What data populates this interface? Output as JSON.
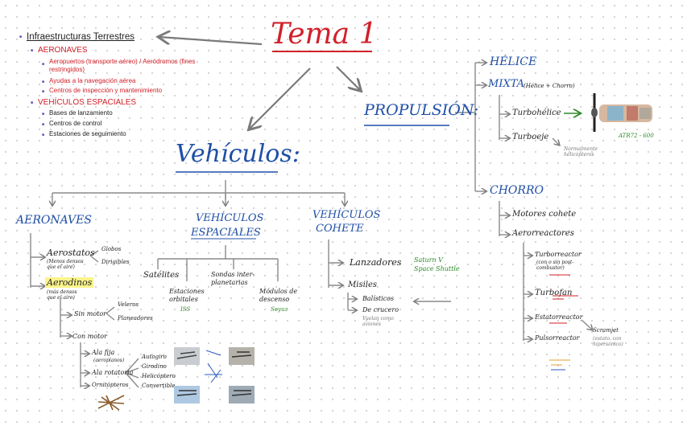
{
  "title": "Tema 1",
  "outline": {
    "root": "Infraestructuras Terrestres",
    "aeronaves": "AERONAVES",
    "aero_items": [
      "Aeropuertos (transporte aéreo) / Aeródromos (fines restringidos)",
      "Ayudas a la navegación aérea",
      "Centros de inspección y mantenimiento"
    ],
    "espaciales": "VEHÍCULOS ESPACIALES",
    "esp_items": [
      "Bases de lanzamiento",
      "Centros de control",
      "Estaciones de seguimiento"
    ]
  },
  "vehiculos": {
    "heading": "Vehículos:",
    "aeronaves": {
      "label": "AERONAVES",
      "aerostatos": "Aerostatos",
      "aerostatos_note": "(Menos densos que el aire)",
      "globos": "Globos",
      "dirigibles": "Dirigibles",
      "aerodinos": "Aerodinos",
      "aerodinos_note": "(más densos que el aire)",
      "sin_motor": "Sin motor",
      "veleros": "Veleros",
      "planeadores": "Planeadores",
      "con_motor": "Con motor",
      "ala_fija": "Ala fija",
      "ala_fija_note": "(aeroplanos)",
      "ala_rotatoria": "Ala rotatoria",
      "ornitopteros": "Ornitópteros",
      "rotary_types": [
        "Autogiro",
        "Girodino",
        "Helicóptero",
        "Convertible"
      ]
    },
    "espaciales": {
      "label1": "VEHÍCULOS",
      "label2": "ESPACIALES",
      "satelites": "Satélites",
      "estaciones": "Estaciones orbitales",
      "estaciones_note": "ISS",
      "sondas": "Sondas inter-planetarias",
      "modulos": "Módulos de descenso",
      "modulos_note": "Soyuz"
    },
    "cohete": {
      "label1": "VEHÍCULOS",
      "label2": "COHETE",
      "lanzadores": "Lanzadores",
      "lanzadores_note": "Saturn V  Space Shuttle",
      "misiles": "Misiles",
      "balisticos": "Balísticos",
      "crucero": "De crucero",
      "crucero_note": "Vuelan como aviones"
    }
  },
  "propulsion": {
    "heading": "PROPULSIÓN:",
    "helice": "HÉLICE",
    "mixta": "MIXTA",
    "mixta_note": "(Hélice + Chorro)",
    "turbohelice": "Turbohélice",
    "turboeje": "Turboeje",
    "turboeje_note": "Normalmente helicópteros",
    "atr": "ATR72 - 600",
    "chorro": "CHORRO",
    "motores_cohete": "Motores cohete",
    "aerorreactores": "Aerorreactores",
    "turborreactor": "Turborreactor",
    "turborreactor_note": "(con o sin post-combustor)",
    "turbofan": "Turbofan",
    "estatorreactor": "Estatorreactor",
    "scramjet": "Scramjet",
    "scramjet_note": "(estato. con hipersónico)",
    "pulsorreactor": "Pulsorreactor"
  },
  "colors": {
    "blue": "#1f4fa6",
    "red": "#d2202a",
    "green": "#2c8a2a",
    "gray": "#7a7a7a"
  }
}
